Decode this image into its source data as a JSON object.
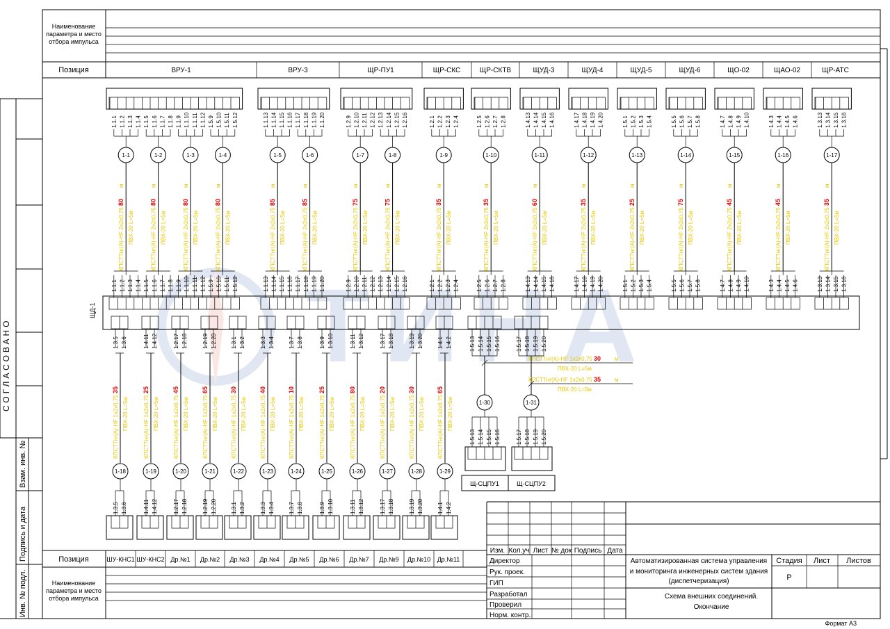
{
  "header": {
    "param_label": "Наименование параметра и место отбора импульса",
    "param_lines": [
      "Наименование",
      "параметра и место",
      "отбора импульса"
    ],
    "position_label": "Позиция",
    "positions": [
      "ВРУ-1",
      "ВРУ-3",
      "ЩР-ПУ1",
      "ЩР-СКС",
      "ЩР-СКТВ",
      "ЩУД-3",
      "ЩУД-4",
      "ЩУД-5",
      "ЩУД-6",
      "ЩО-02",
      "ЩАО-02",
      "ЩР-АТС"
    ]
  },
  "top_connectors": [
    {
      "terminals": [
        "1.1.1",
        "1.1.2",
        "1.1.3",
        "1.1.4",
        "1.1.5",
        "1.1.6",
        "1.1.7",
        "1.1.8",
        "1.1.9",
        "1.1.10",
        "1.1.11",
        "1.1.12",
        "1.5.9",
        "1.5.10",
        "1.5.11",
        "1.5.12"
      ]
    },
    {
      "terminals": [
        "1.1.13",
        "1.1.14",
        "1.1.15",
        "1.1.16",
        "1.1.17",
        "1.1.18",
        "1.1.19",
        "1.1.20"
      ]
    },
    {
      "terminals": [
        "1.2.9",
        "1.2.10",
        "1.2.11",
        "1.2.12",
        "1.2.13",
        "1.2.14",
        "1.2.15",
        "1.2.16"
      ]
    },
    {
      "terminals": [
        "1.2.1",
        "1.2.2",
        "1.2.3",
        "1.2.4"
      ]
    },
    {
      "terminals": [
        "1.2.5",
        "1.2.6",
        "1.2.7",
        "1.2.8"
      ]
    },
    {
      "terminals": [
        "1.4.13",
        "1.4.14",
        "1.4.15",
        "1.4.16"
      ]
    },
    {
      "terminals": [
        "1.4.17",
        "1.4.18",
        "1.4.19",
        "1.4.20"
      ]
    },
    {
      "terminals": [
        "1.5.1",
        "1.5.2",
        "1.5.3",
        "1.5.4"
      ]
    },
    {
      "terminals": [
        "1.5.5",
        "1.5.6",
        "1.5.7",
        "1.5.8"
      ]
    },
    {
      "terminals": [
        "1.4.7",
        "1.4.8",
        "1.4.9",
        "1.4.10"
      ]
    },
    {
      "terminals": [
        "1.4.3",
        "1.4.4",
        "1.4.5",
        "1.4.6"
      ]
    },
    {
      "terminals": [
        "1.3.13",
        "1.3.14",
        "1.3.15",
        "1.3.16"
      ]
    }
  ],
  "top_cables": [
    {
      "id": "1-1",
      "length": "80"
    },
    {
      "id": "1-2",
      "length": "80"
    },
    {
      "id": "1-3",
      "length": "80"
    },
    {
      "id": "1-4",
      "length": "80"
    },
    {
      "id": "1-5",
      "length": "85"
    },
    {
      "id": "1-6",
      "length": "85"
    },
    {
      "id": "1-7",
      "length": "75"
    },
    {
      "id": "1-8",
      "length": "75"
    },
    {
      "id": "1-9",
      "length": "35"
    },
    {
      "id": "1-10",
      "length": "35"
    },
    {
      "id": "1-11",
      "length": "60"
    },
    {
      "id": "1-12",
      "length": "35"
    },
    {
      "id": "1-13",
      "length": "25"
    },
    {
      "id": "1-14",
      "length": "75"
    },
    {
      "id": "1-15",
      "length": "45"
    },
    {
      "id": "1-16",
      "length": "45"
    },
    {
      "id": "1-17",
      "length": "35"
    }
  ],
  "cable": {
    "type_2x": "КПСТТнг(А)-HF 2х2х0,75",
    "type_1x": "КПСТТнг(А)-HF 1х2х0,75",
    "conduit": "ПВХ-20 L=5м",
    "unit": "м"
  },
  "panel": {
    "label": "ЩД-1"
  },
  "bottom_cables": [
    {
      "id": "1-18",
      "length": "35",
      "terminals": [
        "1.3.5",
        "1.3.6"
      ]
    },
    {
      "id": "1-19",
      "length": "25",
      "terminals": [
        "1.4.11",
        "1.4.12"
      ]
    },
    {
      "id": "1-20",
      "length": "45",
      "terminals": [
        "1.2.17",
        "1.2.18"
      ]
    },
    {
      "id": "1-21",
      "length": "65",
      "terminals": [
        "1.2.19",
        "1.2.20"
      ]
    },
    {
      "id": "1-22",
      "length": "30",
      "terminals": [
        "1.3.1",
        "1.3.2"
      ]
    },
    {
      "id": "1-23",
      "length": "40",
      "terminals": [
        "1.3.3",
        "1.3.4"
      ]
    },
    {
      "id": "1-24",
      "length": "10",
      "terminals": [
        "1.3.7",
        "1.3.8"
      ]
    },
    {
      "id": "1-25",
      "length": "25",
      "terminals": [
        "1.3.9",
        "1.3.10"
      ]
    },
    {
      "id": "1-26",
      "length": "80",
      "terminals": [
        "1.3.11",
        "1.3.12"
      ]
    },
    {
      "id": "1-27",
      "length": "20",
      "terminals": [
        "1.3.17",
        "1.3.18"
      ]
    },
    {
      "id": "1-28",
      "length": "30",
      "terminals": [
        "1.3.19",
        "1.3.20"
      ]
    },
    {
      "id": "1-29",
      "length": "65",
      "terminals": [
        "1.4.1",
        "1.4.2"
      ]
    }
  ],
  "sc_cables": [
    {
      "id": "1-30",
      "length": "30",
      "terminals": [
        "1.5.13",
        "1.5.14",
        "1.5.15",
        "1.5.16"
      ],
      "device": "Щ-СЦПУ1"
    },
    {
      "id": "1-31",
      "length": "35",
      "terminals": [
        "1.5.17",
        "1.5.18",
        "1.5.19",
        "1.5.20"
      ],
      "device": "Щ-СЦПУ2"
    }
  ],
  "bottom_positions": [
    "ШУ-КНС1",
    "ШУ-КНС2",
    "Др.№1",
    "Др.№2",
    "Др.№3",
    "Др.№4",
    "Др.№5",
    "Др.№6",
    "Др.№7",
    "Др.№9",
    "Др.№10",
    "Др.№11"
  ],
  "left_margin": {
    "soglasovano": "СОГЛАСОВАНО",
    "vzam_inv": "Взам. инв. №",
    "podpis_data": "Подпись и дата",
    "inv_podl": "Инв. № подл."
  },
  "title_block": {
    "columns": [
      "Изм.",
      "Кол.уч",
      "Лист",
      "№ док",
      "Подпись",
      "Дата"
    ],
    "roles": [
      "Директор",
      "Рук. проек.",
      "ГИП",
      "Разработал",
      "Проверил",
      "Норм. контр."
    ],
    "project_title": "Автоматизированная система управления и мониторинга инженерных систем здания (диспетчеризация)",
    "project_lines": [
      "Автоматизированная система управления",
      "и мониторинга инженерных систем здания",
      "(диспетчеризация)"
    ],
    "sheet_title_lines": [
      "Схема внешних соединений.",
      "Окончание"
    ],
    "stage_label": "Стадия",
    "sheet_label": "Лист",
    "sheets_label": "Листов",
    "stage_value": "Р"
  },
  "format": "Формат А3",
  "watermark": "ТИНА",
  "colors": {
    "cable_label": "#e8c800",
    "length": "#e00000",
    "watermark": "#1f4fa0",
    "watermark_accent": "#e05030"
  }
}
